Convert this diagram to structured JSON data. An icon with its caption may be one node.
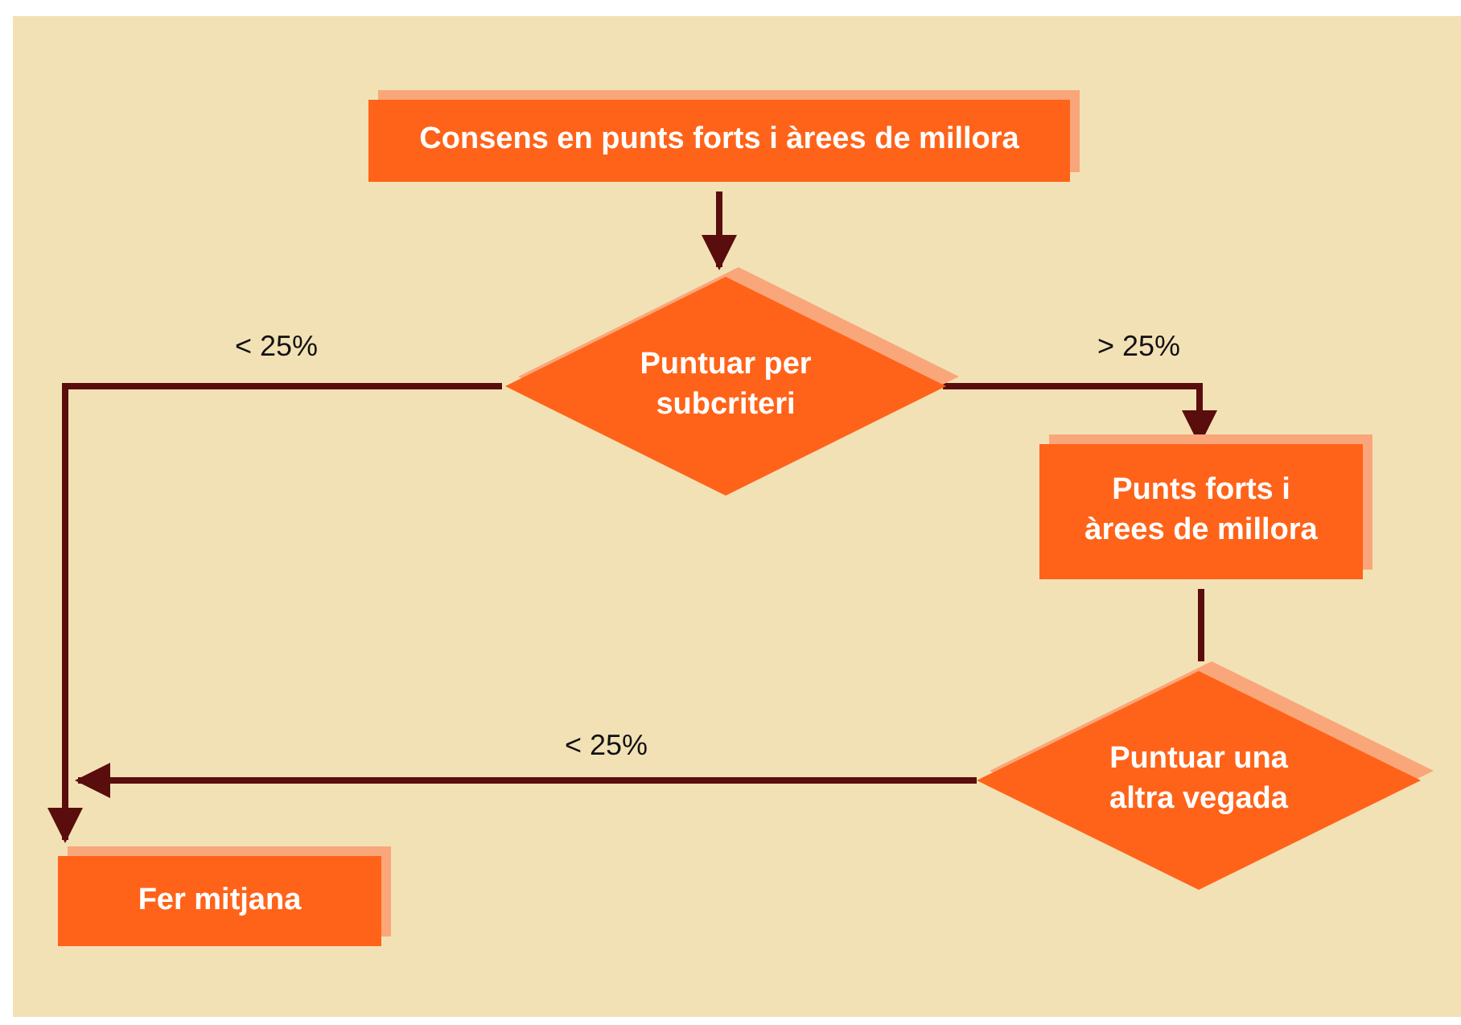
{
  "diagram": {
    "nodes": [
      {
        "text": [
          "Consens en punts forts i àrees de millora"
        ]
      },
      {
        "text": [
          "Puntuar per subcriteri"
        ]
      },
      {
        "text": [
          "Punts forts i àrees de millora"
        ]
      },
      {
        "text": [
          "Puntuar una altra vegada"
        ]
      },
      {
        "text": [
          "Fer mitjana"
        ]
      }
    ],
    "edges": [
      {
        "from": 0,
        "to": 1,
        "arrow": "to"
      },
      {
        "from": 1,
        "to": 2,
        "arrow": "to",
        "label": "> 25%"
      },
      {
        "from": 1,
        "to": 4,
        "arrow": "to",
        "label": "< 25%"
      },
      {
        "from": 2,
        "to": 3,
        "arrow": "none"
      },
      {
        "from": 3,
        "to": 4,
        "arrow": "to",
        "label": "< 25%"
      }
    ]
  }
}
